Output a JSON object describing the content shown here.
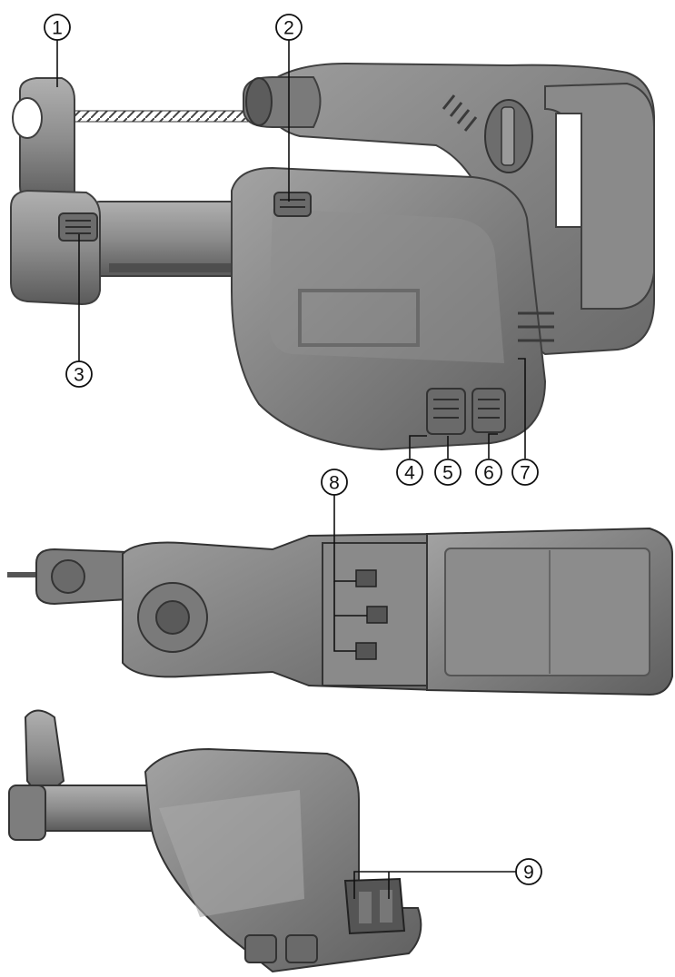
{
  "colors": {
    "background": "#ffffff",
    "body_dark": "#5e5e5e",
    "body_mid": "#7b7b7b",
    "body_light": "#9a9a9a",
    "body_highlight": "#b4b4b4",
    "outline": "#3f3f3f",
    "callout": "#111111"
  },
  "callouts": [
    {
      "id": "1",
      "label": "1"
    },
    {
      "id": "2",
      "label": "2"
    },
    {
      "id": "3",
      "label": "3"
    },
    {
      "id": "4",
      "label": "4"
    },
    {
      "id": "5",
      "label": "5"
    },
    {
      "id": "6",
      "label": "6"
    },
    {
      "id": "7",
      "label": "7"
    },
    {
      "id": "8",
      "label": "8"
    },
    {
      "id": "9",
      "label": "9"
    }
  ]
}
